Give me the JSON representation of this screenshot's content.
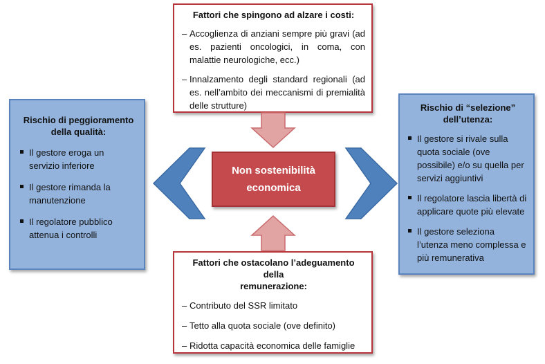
{
  "center": {
    "line1": "Non sostenibilità",
    "line2": "economica"
  },
  "top_box": {
    "title": "Fattori che spingono ad alzare i costi:",
    "items": [
      "Accoglienza di anziani sempre più gravi (ad es. pazienti oncologici, in coma, con malattie neurologiche, ecc.)",
      "Innalzamento degli standard regionali (ad es. nell’ambito dei meccanismi di premialità delle strutture)"
    ]
  },
  "bottom_box": {
    "title_line1": "Fattori che ostacolano l’adeguamento della",
    "title_line2": "remunerazione:",
    "items": [
      "Contributo del SSR limitato",
      "Tetto alla quota sociale (ove definito)",
      "Ridotta capacità economica delle famiglie"
    ]
  },
  "left_box": {
    "title_line1": "Rischio di peggioramento",
    "title_line2": "della qualità:",
    "items": [
      "Il gestore eroga un servizio inferiore",
      "Il gestore rimanda la manutenzione",
      "Il regolatore pubblico attenua i controlli"
    ]
  },
  "right_box": {
    "title_line1": "Rischio di “selezione”",
    "title_line2": "dell’utenza:",
    "items": [
      "Il gestore si rivale sulla quota sociale (ove possibile) e/o su quella per servizi aggiuntivi",
      "Il regolatore lascia libertà di applicare quote più elevate",
      "Il gestore seleziona l’utenza meno complessa e più remunerativa"
    ]
  },
  "colors": {
    "red_border": "#b8343a",
    "center_fill": "#c54a4e",
    "arrow_pink": "#e2a3a3",
    "blue_fill": "#93b3dc",
    "blue_border": "#5b84bf",
    "chevron_blue": "#4f81bd"
  }
}
